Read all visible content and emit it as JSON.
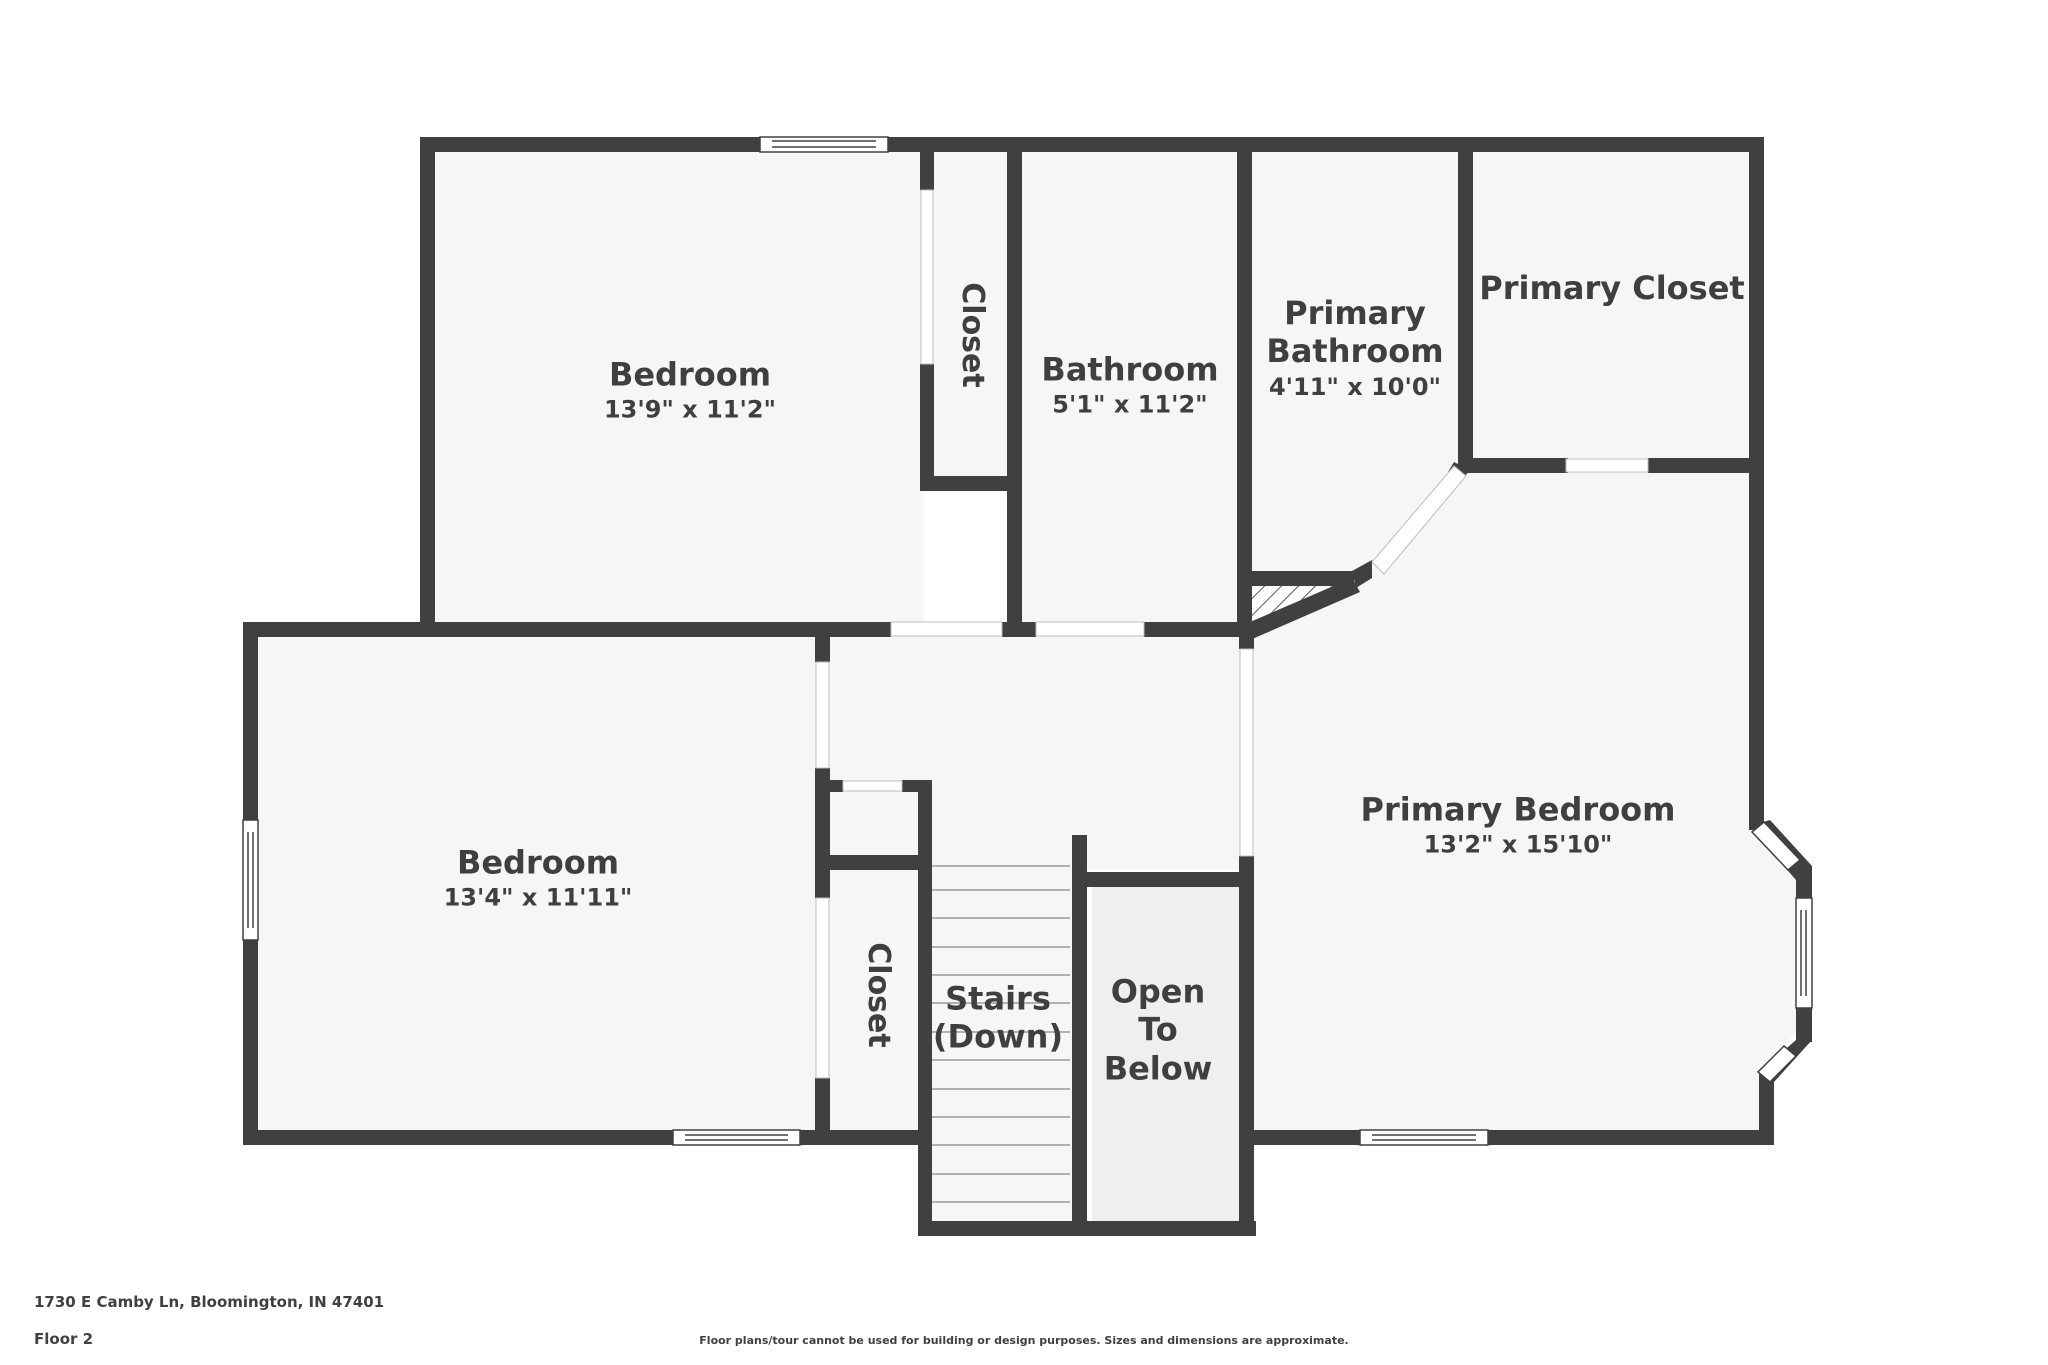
{
  "plan": {
    "colors": {
      "wall": "#404040",
      "floor": "#f6f6f6",
      "open_area": "#efefef",
      "opening": "#ffffff"
    },
    "rooms": [
      {
        "id": "bedroom-1",
        "name": "Bedroom",
        "dimensions": "13'9\" x 11'2\""
      },
      {
        "id": "closet-1",
        "name": "Closet"
      },
      {
        "id": "bathroom",
        "name": "Bathroom",
        "dimensions": "5'1\" x 11'2\""
      },
      {
        "id": "primary-bathroom",
        "name": "Primary Bathroom",
        "name_lines": [
          "Primary",
          "Bathroom"
        ],
        "dimensions": "4'11\" x 10'0\""
      },
      {
        "id": "primary-closet",
        "name": "Primary Closet"
      },
      {
        "id": "bedroom-2",
        "name": "Bedroom",
        "dimensions": "13'4\" x 11'11\""
      },
      {
        "id": "closet-2",
        "name": "Closet"
      },
      {
        "id": "stairs",
        "name": "Stairs (Down)",
        "name_lines": [
          "Stairs",
          "(Down)"
        ]
      },
      {
        "id": "open-to-below",
        "name": "Open To Below",
        "name_lines": [
          "Open",
          "To",
          "Below"
        ]
      },
      {
        "id": "primary-bedroom",
        "name": "Primary Bedroom",
        "dimensions": "13'2\" x 15'10\""
      }
    ]
  },
  "footer": {
    "address": "1730 E Camby Ln, Bloomington, IN 47401",
    "floor": "Floor 2",
    "disclaimer": "Floor plans/tour cannot be used for building or design purposes. Sizes and dimensions are approximate."
  }
}
